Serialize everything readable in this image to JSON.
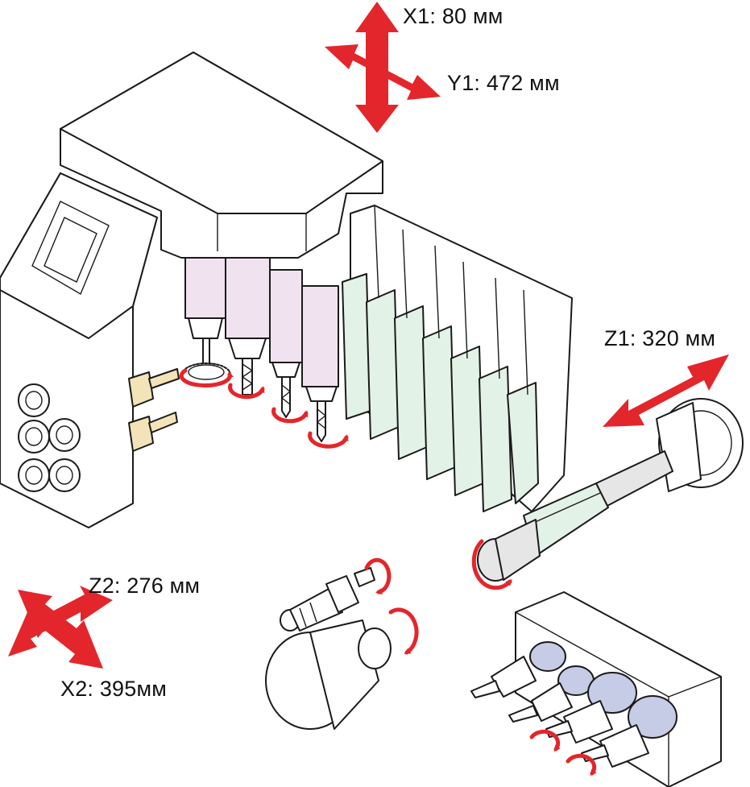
{
  "axes": {
    "x1": "X1: 80 мм",
    "y1": "Y1: 472 мм",
    "z1": "Z1: 320 мм",
    "z2": "Z2: 276 мм",
    "x2": "X2: 395мм"
  },
  "colors": {
    "arrow": "#e3262b",
    "outline": "#1a1a1a",
    "tool_pink": "#f0e2ef",
    "holder_green": "#e3f2e6",
    "collet_blue": "#c6cbe6",
    "body_white": "#ffffff",
    "drill_gold": "#f2e4b8"
  }
}
